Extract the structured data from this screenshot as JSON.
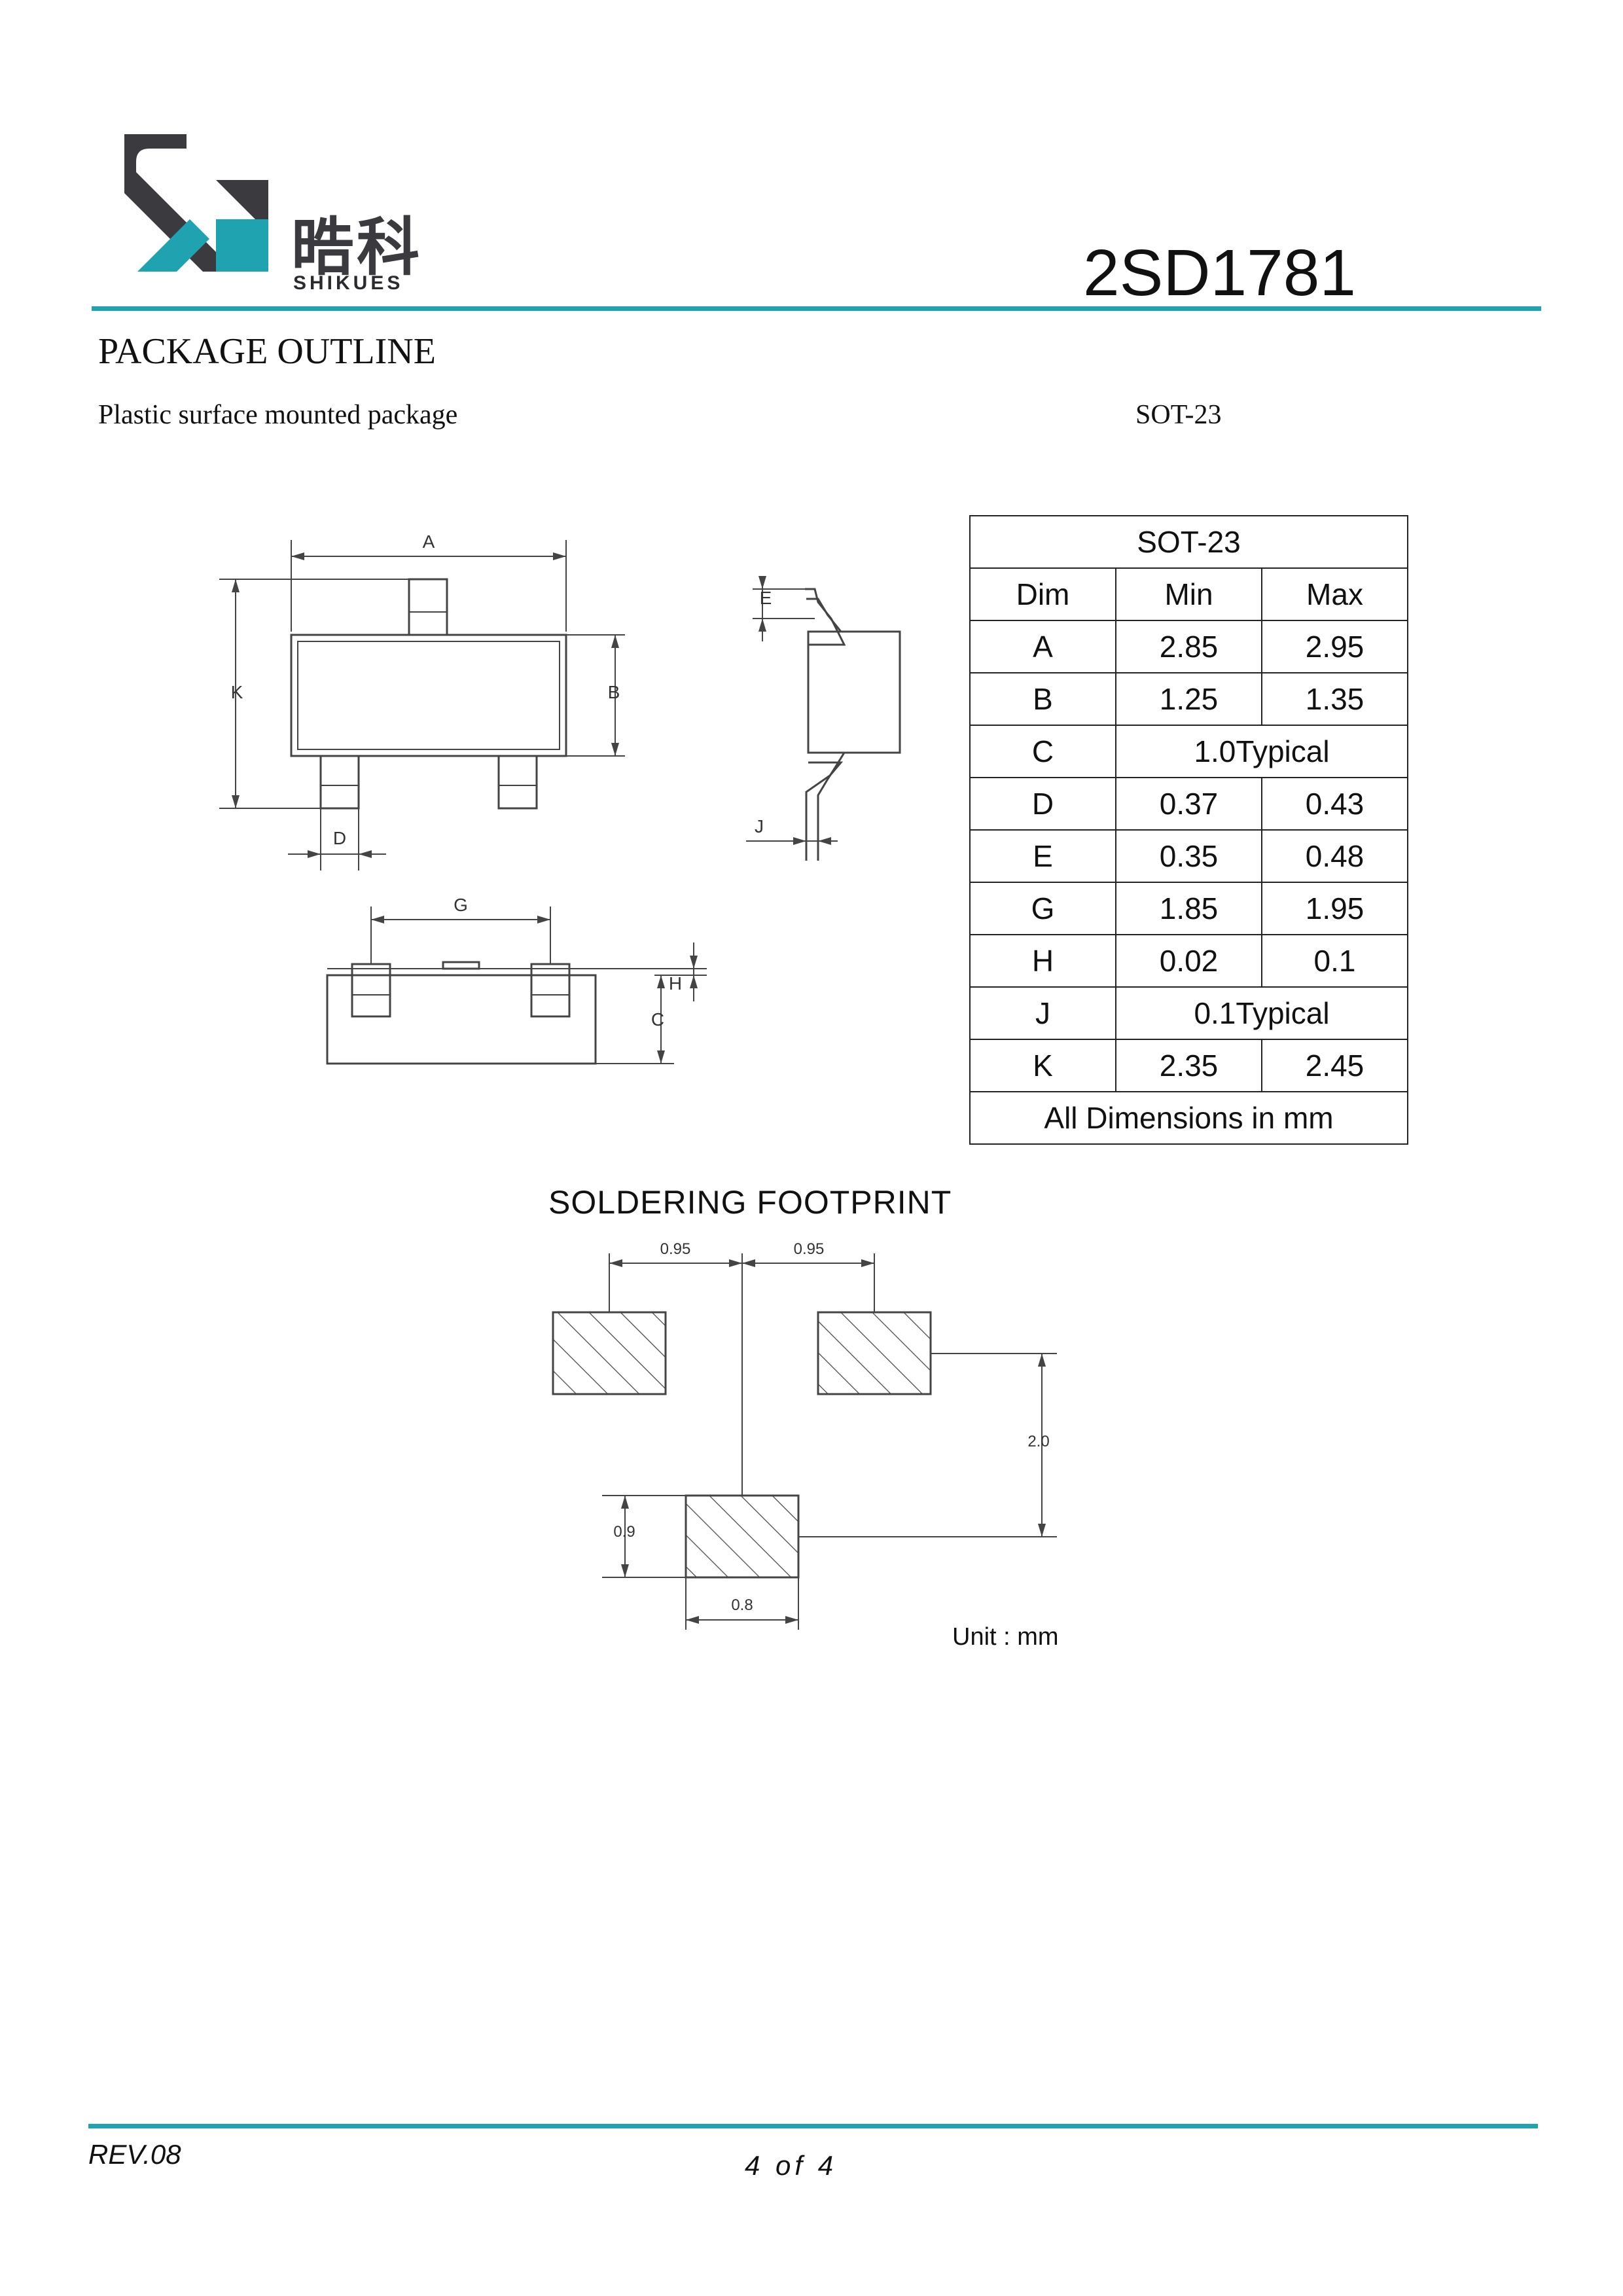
{
  "header": {
    "logo_cn": "晧科",
    "logo_en": "SHIKUES",
    "part_number": "2SD1781",
    "colors": {
      "accent": "#1fa3b1",
      "logo_dark": "#3b3b3f"
    }
  },
  "section": {
    "title": "PACKAGE OUTLINE",
    "description": "Plastic surface mounted package",
    "package": "SOT-23"
  },
  "drawing_labels": {
    "top_view": {
      "A": "A",
      "B": "B",
      "K": "K",
      "D": "D"
    },
    "side_view": {
      "E": "E",
      "J": "J"
    },
    "front_view": {
      "G": "G",
      "H": "H",
      "C": "C"
    }
  },
  "dimension_table": {
    "title": "SOT-23",
    "headers": [
      "Dim",
      "Min",
      "Max"
    ],
    "rows": [
      {
        "dim": "A",
        "min": "2.85",
        "max": "2.95"
      },
      {
        "dim": "B",
        "min": "1.25",
        "max": "1.35"
      },
      {
        "dim": "C",
        "typical": "1.0Typical"
      },
      {
        "dim": "D",
        "min": "0.37",
        "max": "0.43"
      },
      {
        "dim": "E",
        "min": "0.35",
        "max": "0.48"
      },
      {
        "dim": "G",
        "min": "1.85",
        "max": "1.95"
      },
      {
        "dim": "H",
        "min": "0.02",
        "max": "0.1"
      },
      {
        "dim": "J",
        "typical": "0.1Typical"
      },
      {
        "dim": "K",
        "min": "2.35",
        "max": "2.45"
      }
    ],
    "footer": "All Dimensions in mm"
  },
  "soldering": {
    "title": "SOLDERING FOOTPRINT",
    "pitch_left": "0.95",
    "pitch_right": "0.95",
    "row_spacing": "2.0",
    "pad_height": "0.9",
    "pad_width": "0.8",
    "unit": "Unit : mm"
  },
  "footer": {
    "revision": "REV.08",
    "page": "4 of 4"
  }
}
